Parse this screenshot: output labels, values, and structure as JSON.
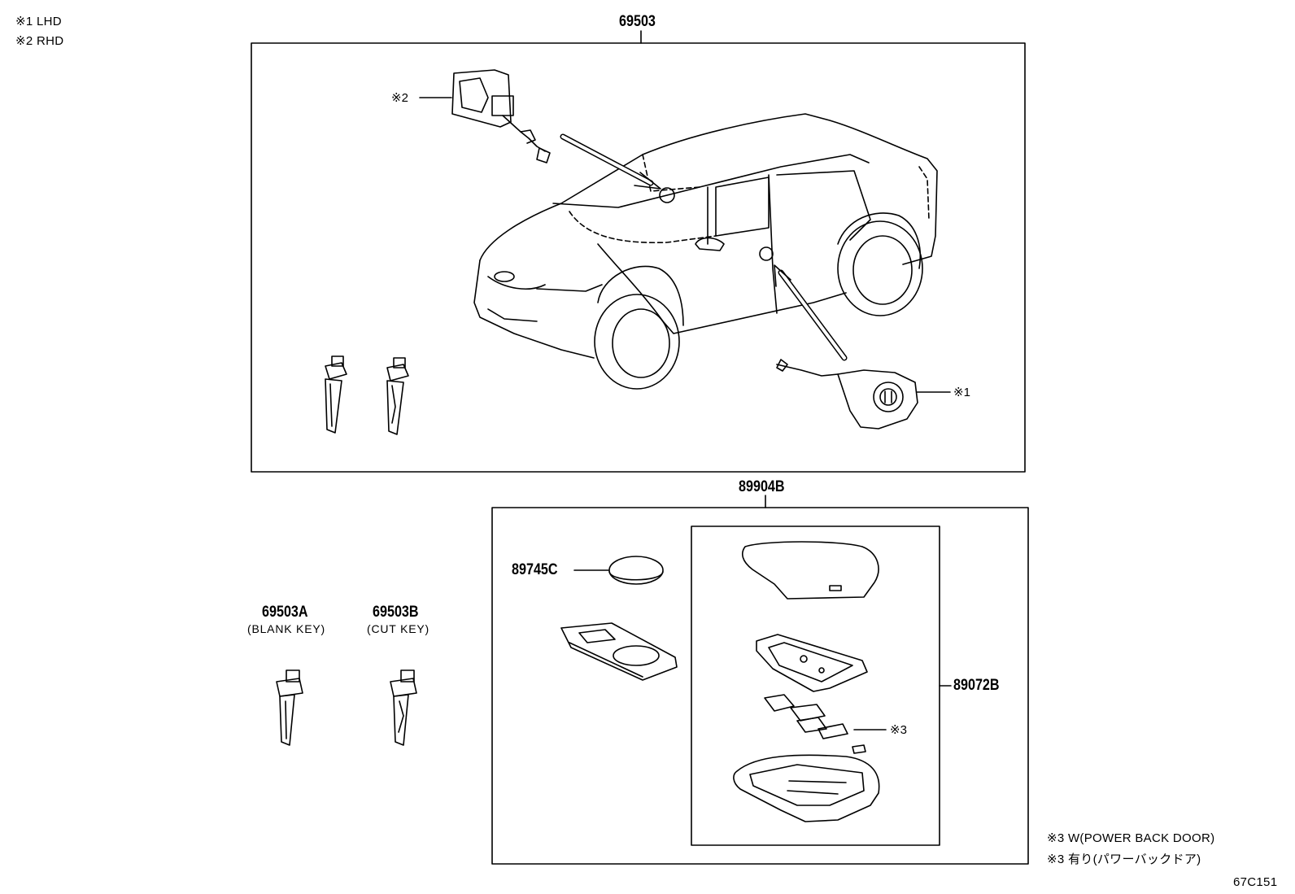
{
  "notes": {
    "n1": "※1 LHD",
    "n2": "※2 RHD",
    "n3a": "※3 W(POWER BACK DOOR)",
    "n3b": "※3 有り(パワーバックドア)"
  },
  "parts": {
    "cylinder_set": "69503",
    "transmitter_assy": "89904B",
    "battery": "89745C",
    "transmitter_housing": "89072B",
    "blank_key": "69503A",
    "cut_key": "69503B"
  },
  "captions": {
    "blank_key": "(BLANK KEY)",
    "cut_key": "(CUT KEY)"
  },
  "marks": {
    "rhd": "※2",
    "lhd": "※1",
    "pbd": "※3"
  },
  "figure_id": "67C151"
}
